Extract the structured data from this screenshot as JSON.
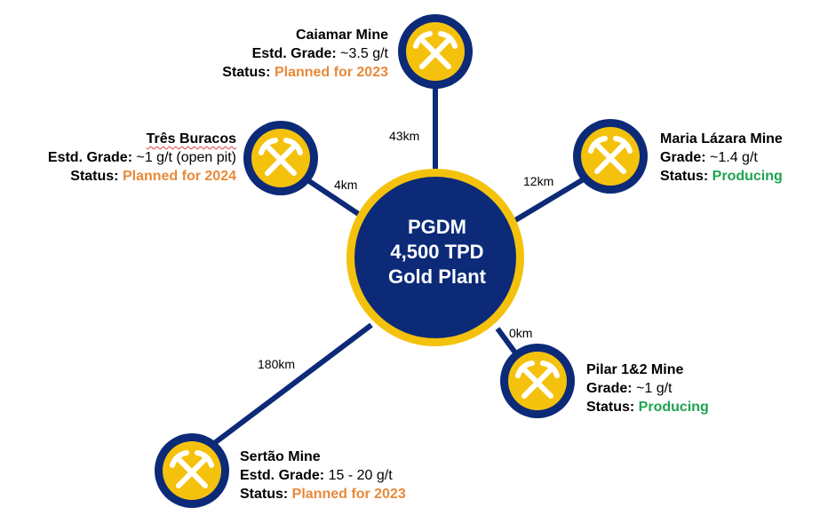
{
  "colors": {
    "navy": "#0c2a78",
    "gold": "#f4c20d",
    "orange": "#e8893a",
    "green": "#1ea450"
  },
  "icon": "crossed-pickaxes-icon",
  "hub": {
    "line1": "PGDM",
    "line2": "4,500 TPD",
    "line3": "Gold Plant"
  },
  "mines": {
    "caiamar": {
      "name": "Caiamar Mine",
      "grade_label": "Estd. Grade:",
      "grade_value": " ~3.5 g/t",
      "status_label": "Status:",
      "status_value": " Planned for 2023",
      "distance": "43km"
    },
    "tres": {
      "name": "Três Buracos",
      "grade_label": "Estd. Grade:",
      "grade_value": " ~1 g/t  (open pit)",
      "status_label": "Status:",
      "status_value": " Planned for 2024",
      "distance": "4km"
    },
    "maria": {
      "name": "Maria Lázara Mine",
      "grade_label": "Grade:",
      "grade_value": " ~1.4 g/t",
      "status_label": "Status:",
      "status_value": " Producing",
      "distance": "12km"
    },
    "pilar": {
      "name": "Pilar 1&2 Mine",
      "grade_label": "Grade:",
      "grade_value": " ~1 g/t",
      "status_label": "Status:",
      "status_value": " Producing",
      "distance": "0km"
    },
    "sertao": {
      "name": "Sertão Mine",
      "grade_label": "Estd. Grade:",
      "grade_value": " 15 - 20 g/t",
      "status_label": "Status:",
      "status_value": " Planned for 2023",
      "distance": "180km"
    }
  }
}
